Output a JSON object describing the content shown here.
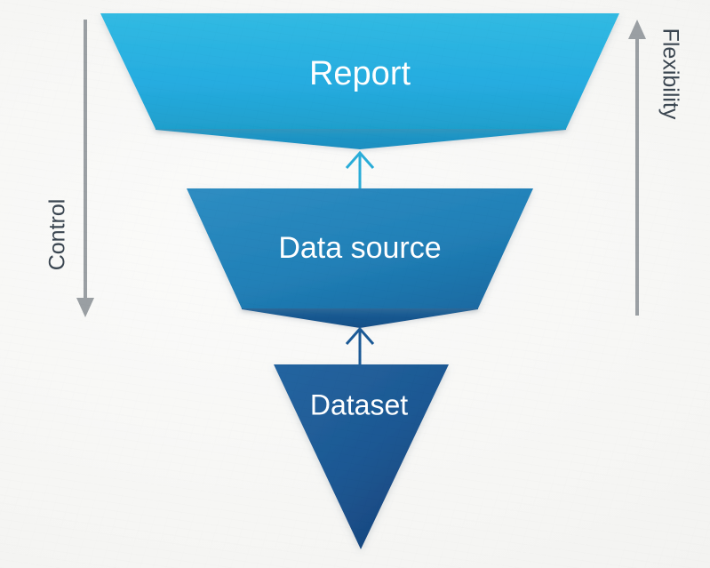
{
  "diagram": {
    "title": "Report / Data source / Dataset funnel",
    "background_color": "#f7f7f5",
    "levels": [
      {
        "id": "report",
        "label": "Report",
        "fill_top": "#2fb8e0",
        "fill_bottom": "#1f9fcc",
        "notch_fill": "#1f9ccb",
        "label_size": 38
      },
      {
        "id": "data-source",
        "label": "Data source",
        "fill_top": "#2b89bf",
        "fill_bottom": "#19679f",
        "notch_fill": "#1a629c",
        "label_size": 34
      },
      {
        "id": "dataset",
        "label": "Dataset",
        "fill_top": "#1f5f9e",
        "fill_bottom": "#15427a",
        "notch_fill": "#1b5490",
        "label_size": 32
      }
    ],
    "connectors": [
      {
        "id": "dataset-to-data-source",
        "color": "#1c5a96"
      },
      {
        "id": "data-source-to-report",
        "color": "#2aadd8"
      }
    ],
    "axes": [
      {
        "id": "control",
        "label": "Control",
        "color": "#9a9fa3",
        "direction": "down",
        "side": "left",
        "label_size": 25
      },
      {
        "id": "flexibility",
        "label": "Flexibility",
        "color": "#9a9fa3",
        "direction": "up",
        "side": "right",
        "label_size": 25
      }
    ]
  }
}
